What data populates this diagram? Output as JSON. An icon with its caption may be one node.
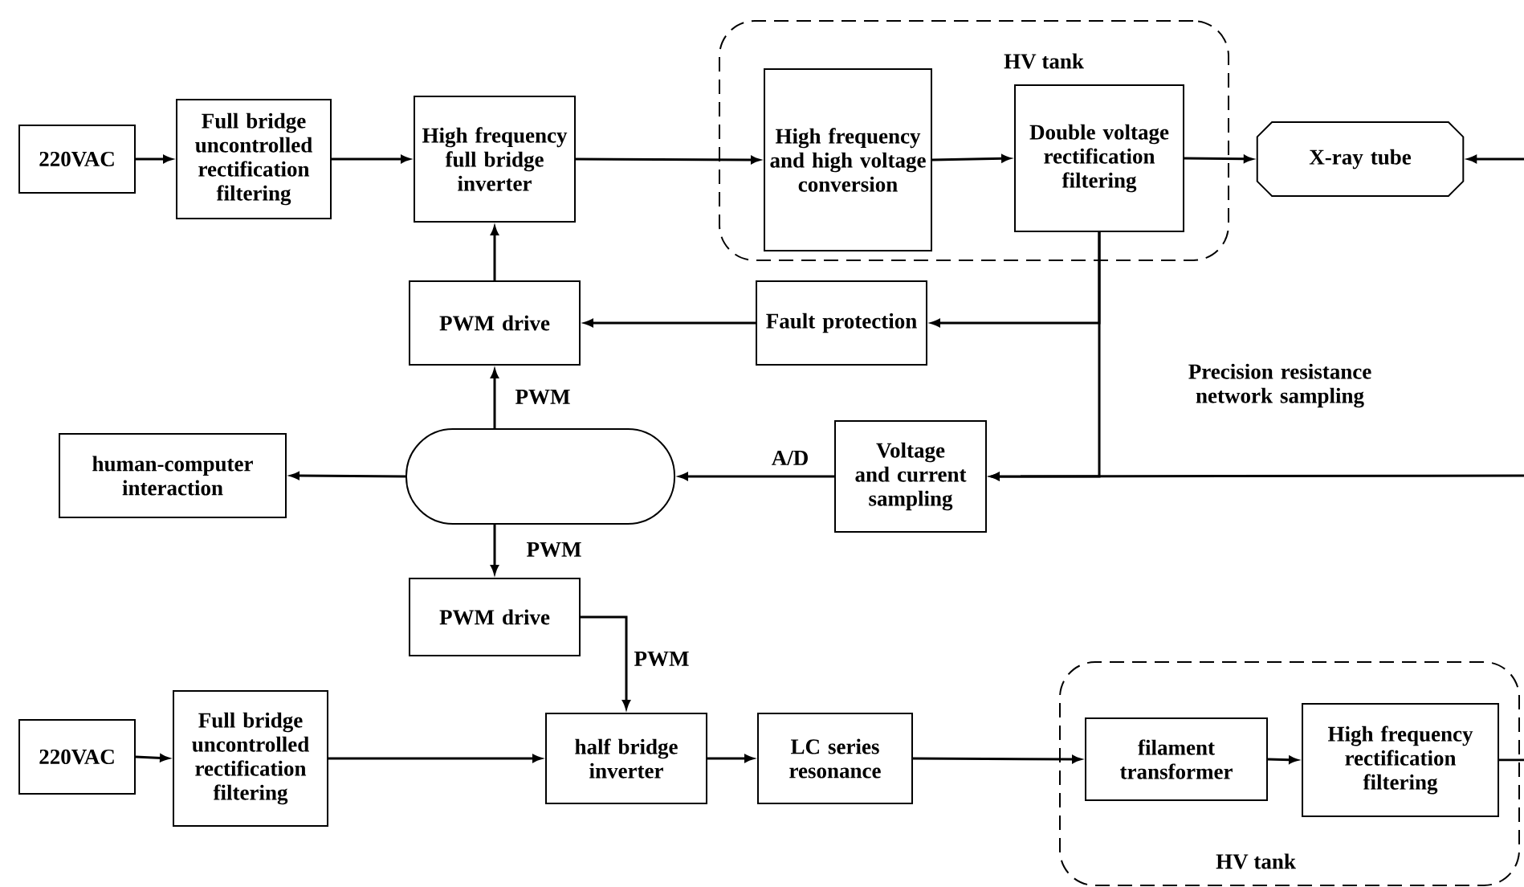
{
  "diagram": {
    "nodes": [
      {
        "text": [
          "220VAC"
        ]
      },
      {
        "text": [
          "Full bridge uncontrolled rectification filtering"
        ]
      },
      {
        "text": [
          "High frequency full bridge inverter"
        ]
      },
      {
        "text": [
          "HV tank"
        ]
      },
      {
        "text": [
          "High frequency and high voltage conversion"
        ],
        "in": 3
      },
      {
        "text": [
          "Double voltage rectification filtering"
        ],
        "in": 3
      },
      {
        "text": [
          "X-ray tube"
        ]
      },
      {
        "text": [
          "PWM drive"
        ]
      },
      {
        "text": [
          "Fault protection"
        ]
      },
      {
        "text": [
          "human-computer interaction"
        ]
      },
      {
        "text": [],
        "shape": "stadium"
      },
      {
        "text": [
          "Voltage and current sampling"
        ]
      },
      {
        "text": [
          "PWM drive"
        ]
      },
      {
        "text": [
          "220VAC"
        ]
      },
      {
        "text": [
          "Full bridge uncontrolled rectification filtering"
        ]
      },
      {
        "text": [
          "half bridge inverter"
        ]
      },
      {
        "text": [
          "LC series resonance"
        ]
      },
      {
        "text": [
          "HV tank"
        ]
      },
      {
        "text": [
          "filament transformer"
        ],
        "in": 17
      },
      {
        "text": [
          "High frequency rectification filtering"
        ],
        "in": 17
      }
    ],
    "edges": [
      {
        "from": 0,
        "to": 1,
        "arrow": "to"
      },
      {
        "from": 1,
        "to": 2,
        "arrow": "to"
      },
      {
        "from": 2,
        "to": 4,
        "arrow": "to"
      },
      {
        "from": 4,
        "to": 5,
        "arrow": "to"
      },
      {
        "from": 5,
        "to": 6,
        "arrow": "to"
      },
      {
        "from": null,
        "to": 6,
        "arrow": "to"
      },
      {
        "from": 5,
        "to": 8,
        "arrow": "to"
      },
      {
        "from": 5,
        "to": 11,
        "arrow": "to"
      },
      {
        "from": null,
        "to": 11,
        "arrow": "to"
      },
      {
        "from": 8,
        "to": 7,
        "arrow": "to"
      },
      {
        "from": 7,
        "to": 2,
        "arrow": "to"
      },
      {
        "from": 10,
        "to": 7,
        "arrow": "to",
        "label": "PWM"
      },
      {
        "from": 10,
        "to": 9,
        "arrow": "to"
      },
      {
        "from": 11,
        "to": 10,
        "arrow": "to",
        "label": "A/D"
      },
      {
        "from": 10,
        "to": 12,
        "arrow": "to",
        "label": "PWM"
      },
      {
        "from": 12,
        "to": 15,
        "arrow": "to",
        "label": "PWM"
      },
      {
        "from": 13,
        "to": 14,
        "arrow": "to"
      },
      {
        "from": 14,
        "to": 15,
        "arrow": "to"
      },
      {
        "from": 15,
        "to": 16,
        "arrow": "to"
      },
      {
        "from": 16,
        "to": 18,
        "arrow": "to"
      },
      {
        "from": 18,
        "to": 19,
        "arrow": "to"
      },
      {
        "from": 19,
        "to": null,
        "arrow": "none"
      }
    ],
    "labels": [
      "Precision resistance network sampling"
    ]
  }
}
